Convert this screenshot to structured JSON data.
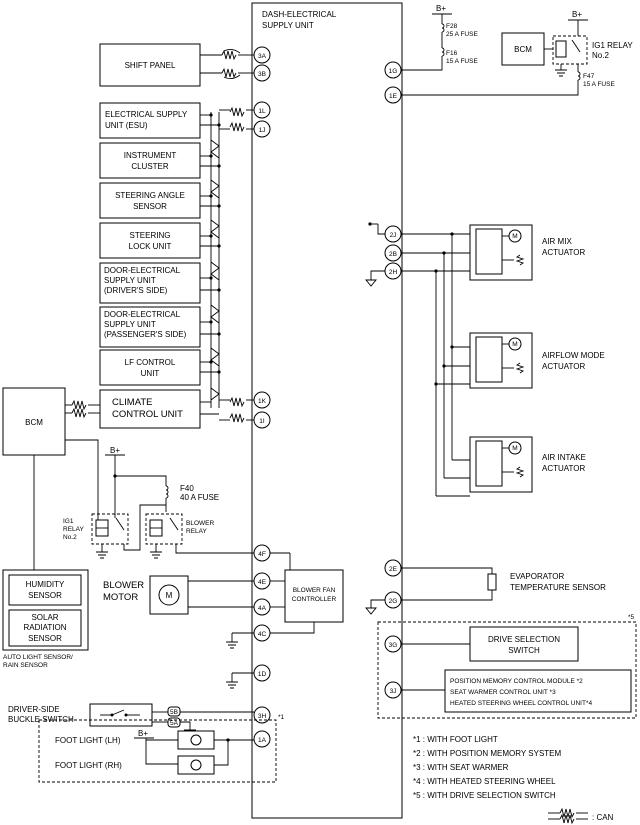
{
  "unit": {
    "title1": "DASH-ELECTRICAL",
    "title2": "SUPPLY UNIT"
  },
  "left_modules": {
    "shift_panel": "SHIFT PANEL",
    "esu1": "ELECTRICAL SUPPLY",
    "esu2": "UNIT (ESU)",
    "ic1": "INSTRUMENT",
    "ic2": "CLUSTER",
    "sas1": "STEERING ANGLE",
    "sas2": "SENSOR",
    "slu1": "STEERING",
    "slu2": "LOCK UNIT",
    "dd1": "DOOR-ELECTRICAL",
    "dd2": "SUPPLY UNIT",
    "dd3": "(DRIVER'S SIDE)",
    "dp1": "DOOR-ELECTRICAL",
    "dp2": "SUPPLY UNIT",
    "dp3": "(PASSENGER'S SIDE)",
    "lf1": "LF CONTROL",
    "lf2": "UNIT",
    "cc1": "CLIMATE",
    "cc2": "CONTROL UNIT",
    "bcm": "BCM"
  },
  "sensors": {
    "humidity1": "HUMIDITY",
    "humidity2": "SENSOR",
    "solar1": "SOLAR",
    "solar2": "RADIATION",
    "solar3": "SENSOR",
    "auto1": "AUTO LIGHT SENSOR/",
    "auto2": "RAIN SENSOR"
  },
  "power": {
    "bplus": "B+",
    "f40a": "F40",
    "f40b": "40 A FUSE",
    "ig1a": "IG1",
    "ig1b": "RELAY",
    "ig1c": "No.2",
    "blower1": "BLOWER",
    "blower2": "RELAY",
    "motor1": "BLOWER",
    "motor2": "MOTOR",
    "m": "M",
    "bfc1": "BLOWER FAN",
    "bfc2": "CONTROLLER",
    "f28a": "F28",
    "f28b": "25 A FUSE",
    "f16a": "F16",
    "f16b": "15 A FUSE",
    "bcm_r": "BCM",
    "ig1r1": "IG1 RELAY",
    "ig1r2": "No.2",
    "f47a": "F47",
    "f47b": "15 A FUSE"
  },
  "connectors": [
    "3A",
    "3B",
    "1L",
    "1J",
    "1K",
    "1I",
    "4F",
    "4E",
    "4A",
    "4C",
    "1D",
    "3H",
    "1A",
    "1G",
    "1E",
    "2J",
    "2B",
    "2H",
    "2E",
    "2G",
    "3G",
    "3J"
  ],
  "buckle": {
    "l1": "DRIVER-SIDE",
    "l2": "BUCKLE SWITCH",
    "p1": "5B",
    "p2": "5A"
  },
  "foot": {
    "tag": "*1",
    "lh": "FOOT LIGHT (LH)",
    "rh": "FOOT LIGHT (RH)"
  },
  "actuators": {
    "am1": "AIR MIX",
    "am2": "ACTUATOR",
    "af1": "AIRFLOW MODE",
    "af2": "ACTUATOR",
    "ai1": "AIR INTAKE",
    "ai2": "ACTUATOR",
    "evap1": "EVAPORATOR",
    "evap2": "TEMPERATURE SENSOR"
  },
  "options": {
    "tag5": "*5",
    "ds1": "DRIVE SELECTION",
    "ds2": "SWITCH",
    "pm": "POSITION MEMORY CONTROL MODULE *2",
    "sw": "SEAT WARMER CONTROL UNIT *3",
    "hs": "HEATED STEERING WHEEL CONTROL UNIT*4"
  },
  "legend": [
    "*1 : WITH FOOT LIGHT",
    "*2 : WITH POSITION MEMORY SYSTEM",
    "*3 : WITH SEAT WARMER",
    "*4 : WITH HEATED STEERING WHEEL",
    "*5 : WITH DRIVE SELECTION SWITCH"
  ],
  "can": ": CAN"
}
